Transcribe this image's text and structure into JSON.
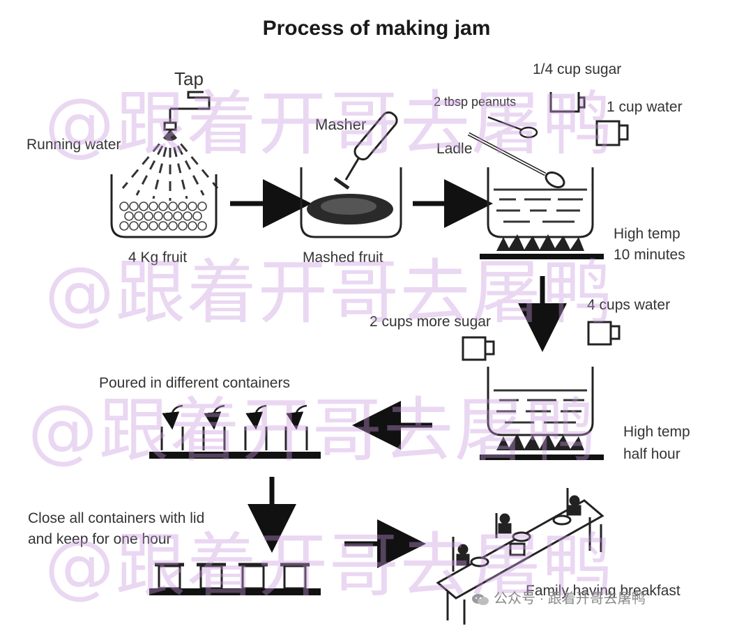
{
  "title": "Process of making jam",
  "labels": {
    "tap": "Tap",
    "running_water": "Running water",
    "fruit": "4 Kg fruit",
    "masher": "Masher",
    "mashed_fruit": "Mashed fruit",
    "sugar_quarter": "1/4 cup sugar",
    "peanuts": "2 tbsp peanuts",
    "water_one": "1 cup water",
    "ladle": "Ladle",
    "high_temp_1": "High temp",
    "ten_minutes": "10 minutes",
    "water_four": "4 cups water",
    "more_sugar": "2 cups more sugar",
    "high_temp_2": "High temp",
    "half_hour": "half hour",
    "poured": "Poured in different containers",
    "close_line1": "Close all containers with lid",
    "close_line2": "and keep for one hour",
    "family": "Family having breakfast"
  },
  "watermark": {
    "text": "@跟着开哥去屠鸭",
    "color": "#c896dc"
  },
  "credit": {
    "icon": "wechat-icon",
    "text": "公众号 · 跟着开哥去屠鸭"
  }
}
